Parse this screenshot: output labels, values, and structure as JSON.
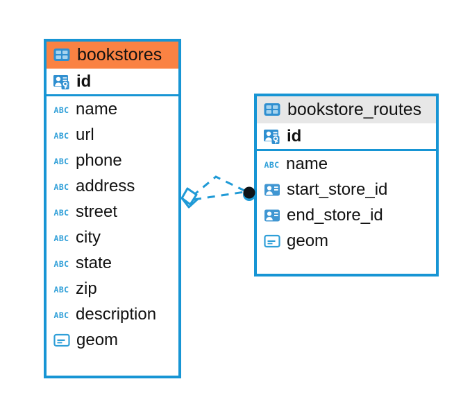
{
  "diagram": {
    "type": "entity-relationship-diagram",
    "background_color": "#ffffff",
    "accent_color": "#1795d4",
    "highlight_color": "#fa8243",
    "header_gray": "#e7e7e7"
  },
  "entities": [
    {
      "name": "bookstores",
      "header_style": "accent-orange",
      "table_icon": "table-icon",
      "fields": [
        {
          "label": "id",
          "icon": "primary-key-icon",
          "bold": true,
          "key": "pk"
        },
        {
          "label": "name",
          "icon": "abc-text-icon",
          "bold": false,
          "key": "text"
        },
        {
          "label": "url",
          "icon": "abc-text-icon",
          "bold": false,
          "key": "text"
        },
        {
          "label": "phone",
          "icon": "abc-text-icon",
          "bold": false,
          "key": "text"
        },
        {
          "label": "address",
          "icon": "abc-text-icon",
          "bold": false,
          "key": "text"
        },
        {
          "label": "street",
          "icon": "abc-text-icon",
          "bold": false,
          "key": "text"
        },
        {
          "label": "city",
          "icon": "abc-text-icon",
          "bold": false,
          "key": "text"
        },
        {
          "label": "state",
          "icon": "abc-text-icon",
          "bold": false,
          "key": "text"
        },
        {
          "label": "zip",
          "icon": "abc-text-icon",
          "bold": false,
          "key": "text"
        },
        {
          "label": "description",
          "icon": "abc-text-icon",
          "bold": false,
          "key": "text"
        },
        {
          "label": "geom",
          "icon": "geometry-icon",
          "bold": false,
          "key": "geom"
        }
      ]
    },
    {
      "name": "bookstore_routes",
      "header_style": "accent-gray",
      "table_icon": "table-icon",
      "fields": [
        {
          "label": "id",
          "icon": "primary-key-icon",
          "bold": true,
          "key": "pk"
        },
        {
          "label": "name",
          "icon": "abc-text-icon",
          "bold": false,
          "key": "text"
        },
        {
          "label": "start_store_id",
          "icon": "foreign-key-icon",
          "bold": false,
          "key": "fk"
        },
        {
          "label": "end_store_id",
          "icon": "foreign-key-icon",
          "bold": false,
          "key": "fk"
        },
        {
          "label": "geom",
          "icon": "geometry-icon",
          "bold": false,
          "key": "geom"
        }
      ]
    }
  ],
  "relationship": {
    "from_entity": "bookstores",
    "to_entity": "bookstore_routes",
    "from_marker": "diamond-marker",
    "to_marker": "filled-circle-marker",
    "line_style": "dashed"
  }
}
